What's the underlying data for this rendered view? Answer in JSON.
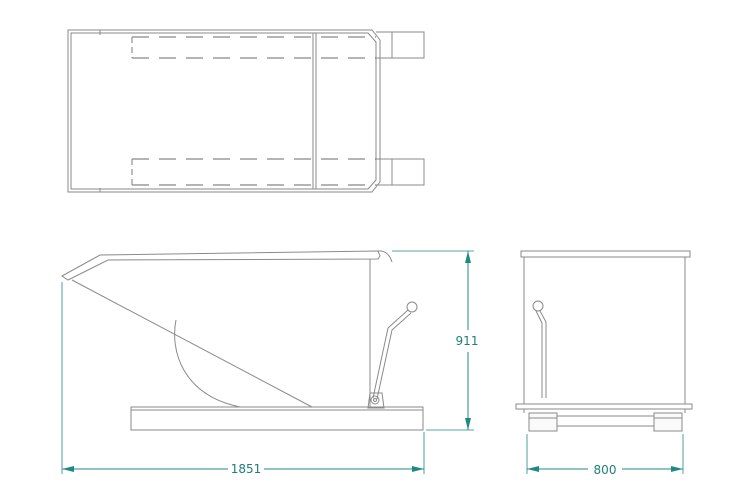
{
  "dimensions": {
    "length": "1851",
    "height": "911",
    "width": "800"
  },
  "colors": {
    "line": "#8a8a8a",
    "dimension": "#1f8a82",
    "background": "#ffffff"
  }
}
